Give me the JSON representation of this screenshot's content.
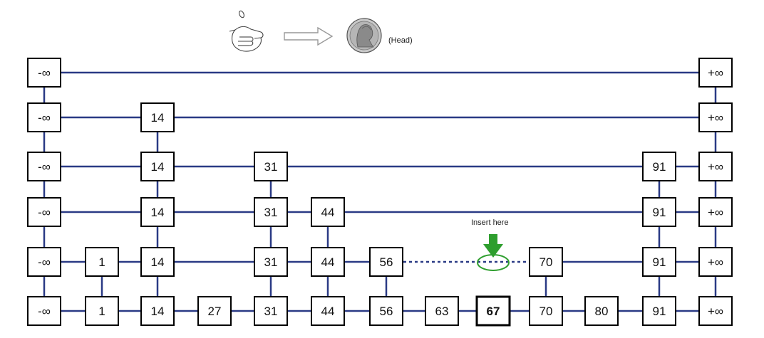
{
  "colors": {
    "link": "#2a3a85",
    "node_border": "#000000",
    "node_fill": "#ffffff",
    "marker": "#2e9e2e",
    "arrow_outline": "#999999",
    "coin": "#9a9a9a"
  },
  "icons": [
    "hand-flipping-coin-icon",
    "right-arrow-icon",
    "quarter-coin-icon",
    "insert-arrow-icon"
  ],
  "coin_result": "(Head)",
  "insert_label": "Insert here",
  "inserted_value": "67",
  "levels": [
    [
      "-∞",
      "+∞"
    ],
    [
      "-∞",
      "14",
      "+∞"
    ],
    [
      "-∞",
      "14",
      "31",
      "91",
      "+∞"
    ],
    [
      "-∞",
      "14",
      "31",
      "44",
      "91",
      "+∞"
    ],
    [
      "-∞",
      "1",
      "14",
      "31",
      "44",
      "56",
      "70",
      "91",
      "+∞"
    ],
    [
      "-∞",
      "1",
      "14",
      "27",
      "31",
      "44",
      "56",
      "63",
      "67",
      "70",
      "80",
      "91",
      "+∞"
    ]
  ]
}
